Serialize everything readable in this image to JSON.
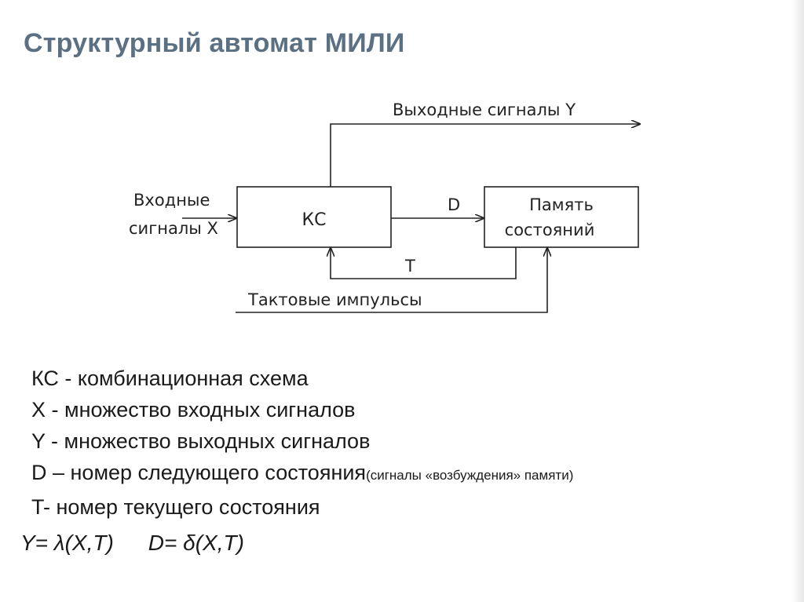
{
  "title": "Структурный автомат МИЛИ",
  "diagram": {
    "output_label": "Выходные сигналы Y",
    "input_label_line1": "Входные",
    "input_label_line2": "сигналы X",
    "ks_block_label": "КС",
    "memory_block_line1": "Память",
    "memory_block_line2": "состояний",
    "d_label": "D",
    "t_label": "T",
    "clock_label": "Тактовые импульсы"
  },
  "legend": [
    {
      "text": "КС - комбинационная схема"
    },
    {
      "text": "X - множество входных сигналов"
    },
    {
      "text": "Y - множество выходных сигналов"
    },
    {
      "text": "D – номер следующего состояния",
      "note": "(сигналы «возбуждения» памяти)"
    },
    {
      "text": "T- номер текущего состояния"
    }
  ],
  "formulas": {
    "y": "Y= λ(X,T)",
    "d": "D= δ(X,T)"
  },
  "colors": {
    "title": "#5b7183",
    "lines": "#222222"
  }
}
